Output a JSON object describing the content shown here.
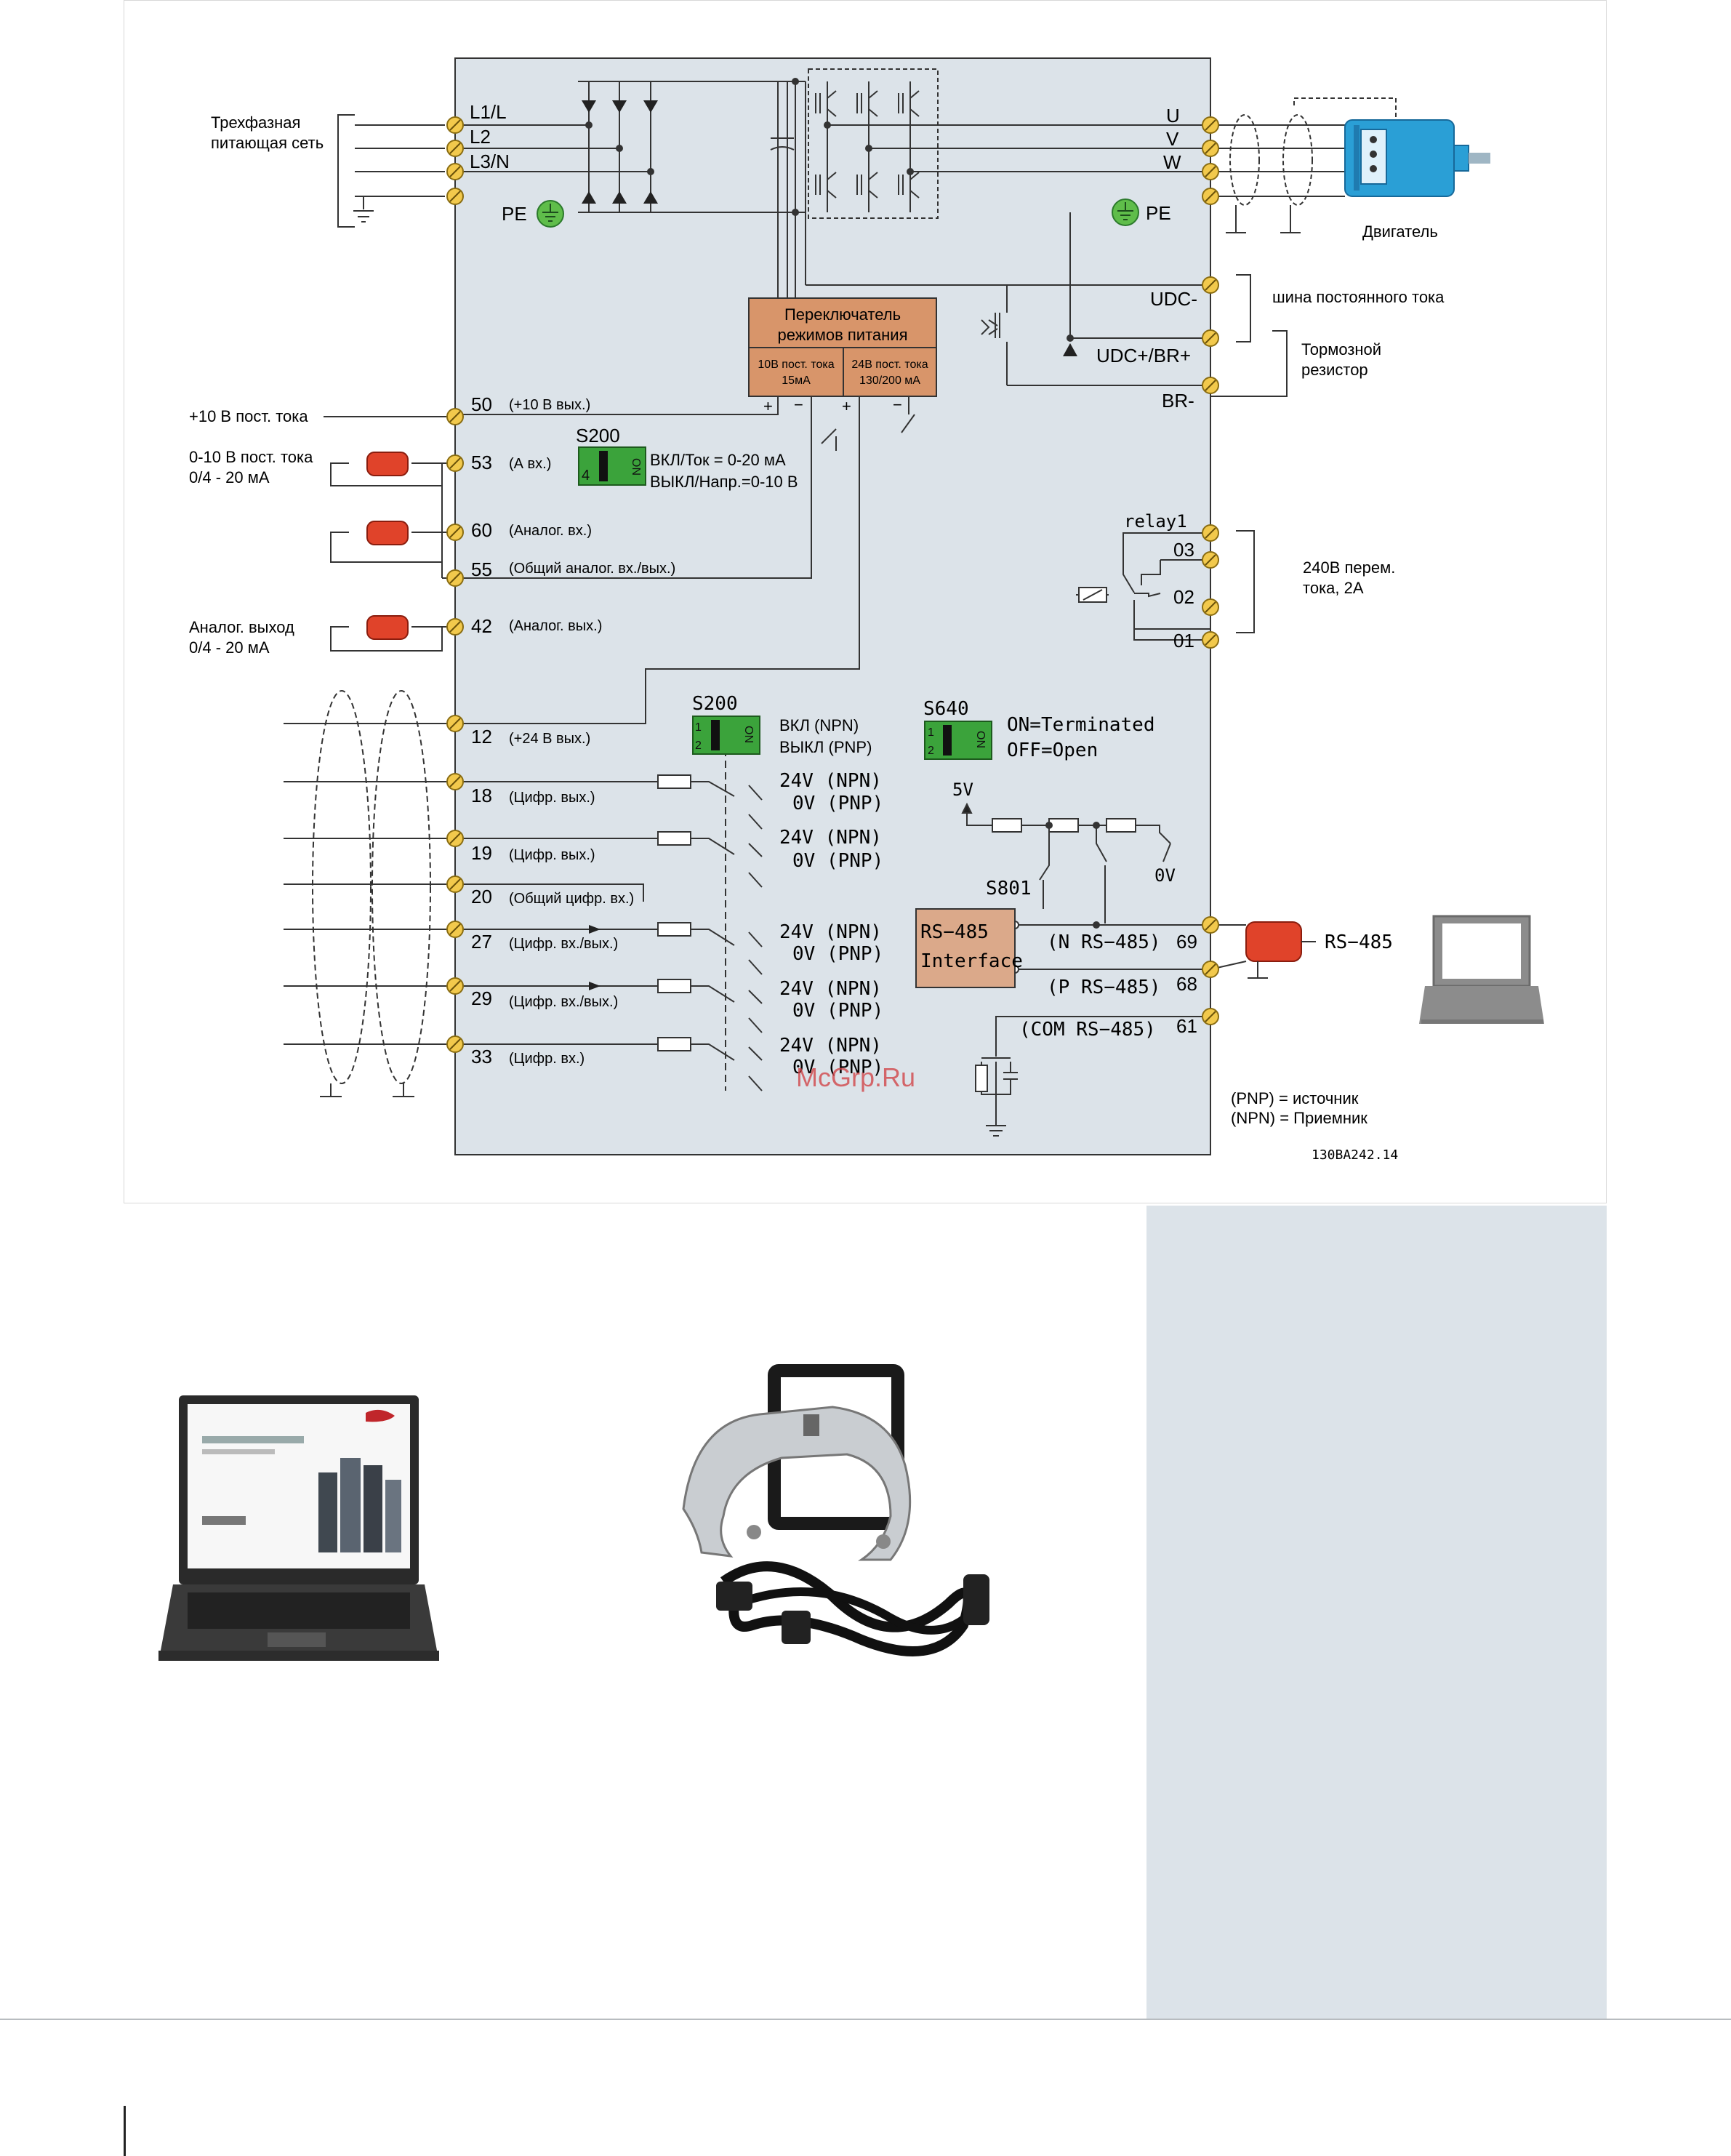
{
  "mains": {
    "label_line1": "Трехфазная",
    "label_line2": "питающая сеть"
  },
  "mains_terminals": [
    "L1/L",
    "L2",
    "L3/N"
  ],
  "pe_left": "PE",
  "pe_right": "PE",
  "motor": {
    "label": "Двигатель",
    "terminals": [
      "U",
      "V",
      "W"
    ]
  },
  "power_switch": {
    "title_line1": "Переключатель",
    "title_line2": "режимов питания",
    "left_line1": "10В пост. тока",
    "left_line2": "15мА",
    "right_line1": "24В пост. тока",
    "right_line2": "130/200 мА",
    "plus1": "+",
    "minus1": "−",
    "plus2": "+",
    "minus2": "−"
  },
  "dc_bus": {
    "udc_minus": "UDC-",
    "udc_plus": "UDC+/BR+",
    "br_minus": "BR-",
    "bus_label": "шина постоянного тока",
    "brake_line1": "Тормозной",
    "brake_line2": "резистор"
  },
  "left_labels": {
    "v10": "+10 В пост. тока",
    "ain_line1": "0-10 В пост. тока",
    "ain_line2": "0/4 - 20 мА",
    "aout_line1": "Аналог. выход",
    "aout_line2": "0/4 - 20 мА"
  },
  "terminals": [
    {
      "num": "50",
      "desc": "(+10 В вых.)"
    },
    {
      "num": "53",
      "desc": "(А вх.)"
    },
    {
      "num": "60",
      "desc": "(Аналог. вх.)"
    },
    {
      "num": "55",
      "desc": "(Общий аналог. вх./вых.)"
    },
    {
      "num": "42",
      "desc": "(Аналог. вых.)"
    },
    {
      "num": "12",
      "desc": "(+24 В вых.)"
    },
    {
      "num": "18",
      "desc": "(Цифр. вых.)"
    },
    {
      "num": "19",
      "desc": "(Цифр. вых.)"
    },
    {
      "num": "20",
      "desc": "(Общий цифр. вх.)"
    },
    {
      "num": "27",
      "desc": "(Цифр. вх./вых.)"
    },
    {
      "num": "29",
      "desc": "(Цифр. вх./вых.)"
    },
    {
      "num": "33",
      "desc": "(Цифр. вх.)"
    }
  ],
  "s200_a": {
    "title": "S200",
    "sw": "4",
    "on": "ON",
    "line1": "ВКЛ/Ток = 0-20 мА",
    "line2": "ВЫКЛ/Напр.=0-10 В"
  },
  "s200_b": {
    "title": "S200",
    "sw1": "1",
    "sw2": "2",
    "on": "ON",
    "line1": "ВКЛ (NPN)",
    "line2": "ВЫКЛ (PNP)"
  },
  "s640": {
    "title": "S640",
    "sw1": "1",
    "sw2": "2",
    "on": "ON",
    "line1": "ON=Terminated",
    "line2": "OFF=Open"
  },
  "npn_pnp": [
    "24V  (NPN)",
    "0V  (PNP)"
  ],
  "relay": {
    "name": "relay1",
    "contacts": [
      "03",
      "02",
      "01"
    ],
    "label_line1": "240В перем.",
    "label_line2": "тока, 2А"
  },
  "rs485": {
    "five_v": "5V",
    "zero_v": "0V",
    "s801": "S801",
    "iface_line1": "RS−485",
    "iface_line2": "Interface",
    "n_label": "(N  RS−485)",
    "n_num": "69",
    "p_label": "(P  RS−485)",
    "p_num": "68",
    "com_label": "(COM  RS−485)",
    "com_num": "61",
    "ext": "RS−485"
  },
  "legend": {
    "pnp": "(PNP) = источник",
    "npn": "(NPN) = Приемник"
  },
  "code": "130BA242.14",
  "watermark": "McGrp.Ru",
  "colors": {
    "panel": "#dce3e9",
    "terminal": "#f2c94c",
    "switch": "#3ba33b",
    "power_switch": "#d8956a",
    "iface": "#dba98a",
    "ferrite": "#e0432a",
    "motor": "#2a9fd6",
    "laptop": "#8c8c8c"
  }
}
